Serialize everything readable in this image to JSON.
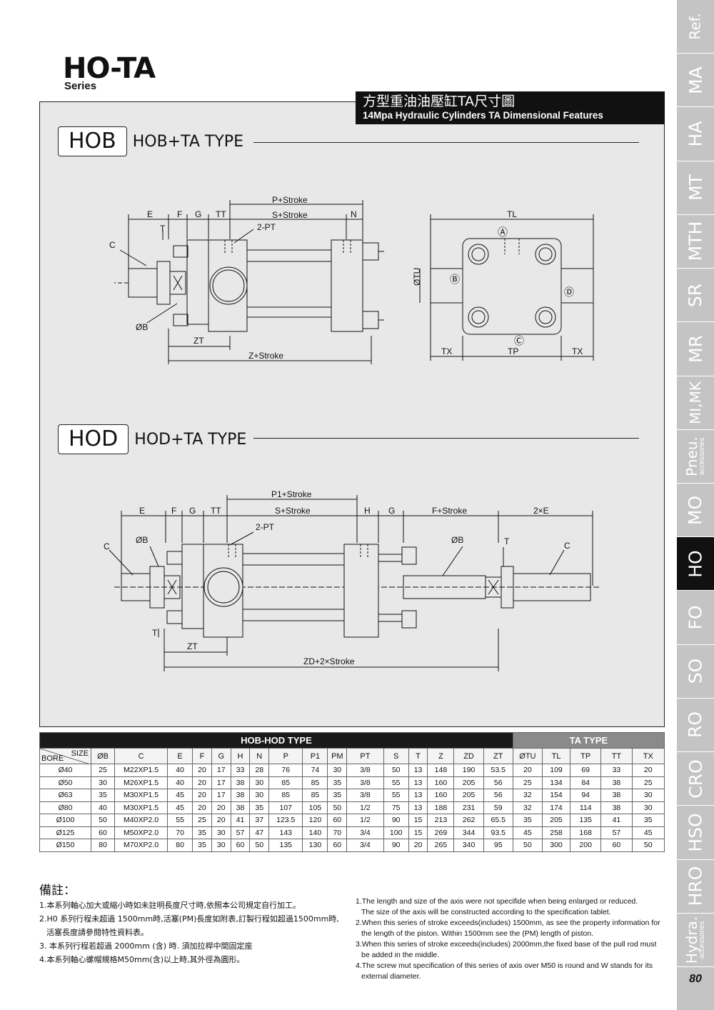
{
  "header": {
    "series_title": "HO-TA",
    "series_subtitle": "Series",
    "title_zh": "方型重油油壓缸TA尺寸圖",
    "title_en": "14Mpa Hydraulic Cylinders TA Dimensional Features"
  },
  "sections": {
    "hob": {
      "box": "HOB",
      "name": "HOB+TA TYPE"
    },
    "hod": {
      "box": "HOD",
      "name": "HOD+TA TYPE"
    }
  },
  "hob_labels": {
    "p_stroke": "P+Stroke",
    "e": "E",
    "f": "F",
    "g": "G",
    "tt": "TT",
    "s_stroke": "S+Stroke",
    "n": "N",
    "t": "T",
    "pt": "2-PT",
    "c": "C",
    "b": "ØB",
    "zt": "ZT",
    "z_stroke": "Z+Stroke",
    "tl": "TL",
    "tu": "ØTU",
    "tx1": "TX",
    "tp": "TP",
    "tx2": "TX",
    "ma": "Ⓐ",
    "mb": "Ⓑ",
    "mc": "Ⓒ",
    "md": "Ⓓ"
  },
  "hod_labels": {
    "p1_stroke": "P1+Stroke",
    "e": "E",
    "f": "F",
    "g": "G",
    "tt": "TT",
    "s_stroke": "S+Stroke",
    "h": "H",
    "g2": "G",
    "f_stroke": "F+Stroke",
    "e2": "2×E",
    "pt": "2-PT",
    "c": "C",
    "b1": "ØB",
    "b2": "ØB",
    "t1": "T",
    "c2": "C",
    "t2": "T",
    "zt": "ZT",
    "zd": "ZD+2×Stroke"
  },
  "table": {
    "group1": "HOB-HOD TYPE",
    "group2": "TA TYPE",
    "corner_bore": "BORE",
    "corner_size": "SIZE",
    "columns": [
      "ØB",
      "C",
      "E",
      "F",
      "G",
      "H",
      "N",
      "P",
      "P1",
      "PM",
      "PT",
      "S",
      "T",
      "Z",
      "ZD",
      "ZT",
      "ØTU",
      "TL",
      "TP",
      "TT",
      "TX"
    ],
    "rows": [
      [
        "Ø40",
        "25",
        "M22XP1.5",
        "40",
        "20",
        "17",
        "33",
        "28",
        "76",
        "74",
        "30",
        "3/8",
        "50",
        "13",
        "148",
        "190",
        "53.5",
        "20",
        "109",
        "69",
        "33",
        "20"
      ],
      [
        "Ø50",
        "30",
        "M26XP1.5",
        "40",
        "20",
        "17",
        "38",
        "30",
        "85",
        "85",
        "35",
        "3/8",
        "55",
        "13",
        "160",
        "205",
        "56",
        "25",
        "134",
        "84",
        "38",
        "25"
      ],
      [
        "Ø63",
        "35",
        "M30XP1.5",
        "45",
        "20",
        "17",
        "38",
        "30",
        "85",
        "85",
        "35",
        "3/8",
        "55",
        "13",
        "160",
        "205",
        "56",
        "32",
        "154",
        "94",
        "38",
        "30"
      ],
      [
        "Ø80",
        "40",
        "M30XP1.5",
        "45",
        "20",
        "20",
        "38",
        "35",
        "107",
        "105",
        "50",
        "1/2",
        "75",
        "13",
        "188",
        "231",
        "59",
        "32",
        "174",
        "114",
        "38",
        "30"
      ],
      [
        "Ø100",
        "50",
        "M40XP2.0",
        "55",
        "25",
        "20",
        "41",
        "37",
        "123.5",
        "120",
        "60",
        "1/2",
        "90",
        "15",
        "213",
        "262",
        "65.5",
        "35",
        "205",
        "135",
        "41",
        "35"
      ],
      [
        "Ø125",
        "60",
        "M50XP2.0",
        "70",
        "35",
        "30",
        "57",
        "47",
        "143",
        "140",
        "70",
        "3/4",
        "100",
        "15",
        "269",
        "344",
        "93.5",
        "45",
        "258",
        "168",
        "57",
        "45"
      ],
      [
        "Ø150",
        "80",
        "M70XP2.0",
        "80",
        "35",
        "30",
        "60",
        "50",
        "135",
        "130",
        "60",
        "3/4",
        "90",
        "20",
        "265",
        "340",
        "95",
        "50",
        "300",
        "200",
        "60",
        "50"
      ]
    ]
  },
  "notes": {
    "heading": "備註：",
    "zh": [
      "1.本系列軸心加大或縮小時如未註明長度尺寸時,依照本公司規定自行加工。",
      "2.H0 系列行程未超過 1500mm時,活塞(PM)長度如附表,訂製行程如超過1500mm時,",
      "活塞長度請參閱特性資料表。",
      "3. 本系列行程若超過 2000mm (含) 時. 須加拉桿中間固定座",
      "4.本系列軸心螺帽規格M50mm(含)以上時,其外徑為圓形。"
    ],
    "en": [
      "1.The length and size of the axis were not specifide when being enlarged or reduced.",
      "The size of the axis will be constructed according to the specification tablet.",
      "2.When this series of stroke exceeds(includes) 1500mm, as see the property information for",
      "the length of the piston. Within 1500mm see the (PM) length of piston.",
      "3.When this series of stroke exceeds(includes) 2000mm,the fixed base of the pull rod must",
      "be added in the middle.",
      "4.The screw mut specification of this series of axis over M50 is round and W stands for its",
      "external diameter."
    ]
  },
  "tabs": [
    {
      "label": "Ref.",
      "sub": ""
    },
    {
      "label": "MA",
      "sub": ""
    },
    {
      "label": "HA",
      "sub": ""
    },
    {
      "label": "MT",
      "sub": ""
    },
    {
      "label": "MTH",
      "sub": ""
    },
    {
      "label": "SR",
      "sub": ""
    },
    {
      "label": "MR",
      "sub": ""
    },
    {
      "label": "MI,MK",
      "sub": ""
    },
    {
      "label": "Pneu.",
      "sub": "accessories"
    },
    {
      "label": "MO",
      "sub": ""
    },
    {
      "label": "HO",
      "sub": ""
    },
    {
      "label": "FO",
      "sub": ""
    },
    {
      "label": "SO",
      "sub": ""
    },
    {
      "label": "RO",
      "sub": ""
    },
    {
      "label": "CRO",
      "sub": ""
    },
    {
      "label": "HSO",
      "sub": ""
    },
    {
      "label": "HRO",
      "sub": ""
    },
    {
      "label": "Hydra.",
      "sub": "accessories"
    }
  ],
  "active_tab": "HO",
  "page_number": "80"
}
